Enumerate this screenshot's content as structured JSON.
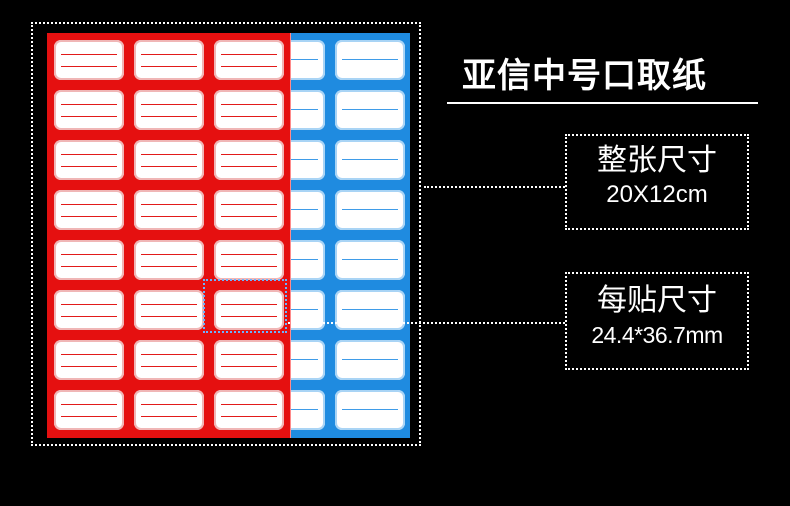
{
  "title": "亚信中号口取纸",
  "whole_sheet": {
    "label": "整张尺寸",
    "value": "20X12cm"
  },
  "per_label": {
    "label": "每贴尺寸",
    "value": "24.4*36.7mm"
  },
  "colors": {
    "red_sheet": "#e51010",
    "blue_sheet": "#1f8be0",
    "background": "#000000"
  }
}
